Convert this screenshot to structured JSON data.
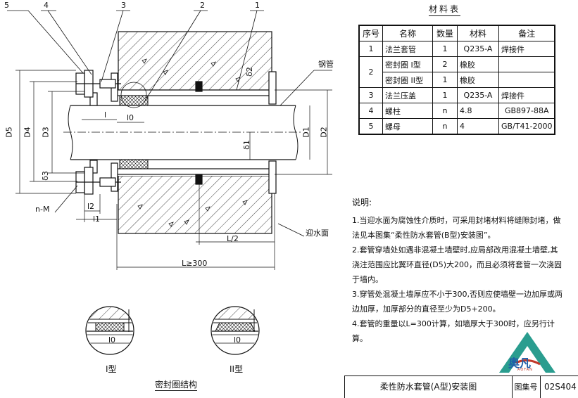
{
  "drawing": {
    "callouts": [
      "5",
      "4",
      "3",
      "2",
      "1"
    ],
    "steel_pipe_label": "钢管",
    "water_face_label": "迎水面",
    "n_m_label": "n-M",
    "dims": {
      "D5": "D5",
      "D4": "D4",
      "D3": "D3",
      "D1": "D1",
      "D2": "D2",
      "d1": "δ1",
      "d2": "δ2",
      "d3": "δ3",
      "l": "l",
      "l0": "l0",
      "l1": "l1",
      "l2": "l2",
      "L_half": "L/2",
      "L_total": "L≥300"
    },
    "detail_type1": "I型",
    "detail_type2": "II型",
    "detail_l0": "l0",
    "seal_structure_caption": "密封圈结构"
  },
  "materials": {
    "title": "材料表",
    "headers": [
      "序号",
      "名称",
      "数量",
      "材料",
      "备注"
    ],
    "rows": [
      {
        "no": "1",
        "name": "法兰套管",
        "qty": "1",
        "material": "Q235-A",
        "note": "焊接件"
      },
      {
        "no": "2",
        "name": "密封圈 I型",
        "qty": "2",
        "material": "橡胶",
        "note": ""
      },
      {
        "no": "",
        "name": "密封圈 II型",
        "qty": "1",
        "material": "橡胶",
        "note": ""
      },
      {
        "no": "3",
        "name": "法兰压盖",
        "qty": "1",
        "material": "Q235-A",
        "note": "焊接件"
      },
      {
        "no": "4",
        "name": "螺柱",
        "qty": "n",
        "material": "4.8",
        "note": "GB897-88A"
      },
      {
        "no": "5",
        "name": "螺母",
        "qty": "n",
        "material": "4",
        "note": "GB/T41-2000"
      }
    ]
  },
  "notes": {
    "heading": "说明:",
    "items": [
      "1.当迎水面为腐蚀性介质时，可采用封堵材料将缝隙封堵，做法见本图集“柔性防水套管(B型)安装图”。",
      "2.套管穿墙处如遇非混凝土墙壁时,应局部改用混凝土墙壁,其浇注范围应比翼环直径(D5)大200，而且必须将套管一次浇固于墙内。",
      "3.穿管处混凝土墙厚应不小于300,否则应使墙壁一边加厚或两边加厚，加厚部分的直径至少为D5+200。",
      "4.套管的重量以L=300计算，如墙厚大于300时，应另行计算。"
    ]
  },
  "title_block": {
    "name": "柔性防水套管(A型)安装图",
    "atlas_label": "图集号",
    "atlas_no": "02S404"
  },
  "logo": {
    "text": "奥凡",
    "sub": "AOFAN",
    "colors": {
      "blue": "#1f5ea8",
      "teal": "#2a9d8f",
      "red": "#c0392b"
    }
  }
}
